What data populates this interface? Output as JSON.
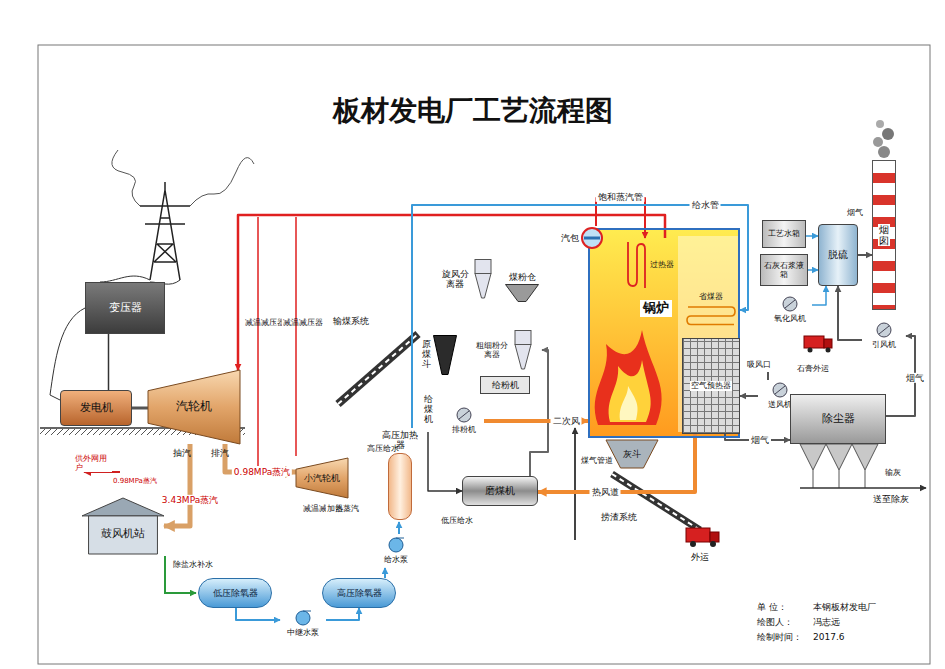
{
  "diagram": {
    "title": "板材发电厂工艺流程图",
    "nodes": [
      {
        "text": [
          "变压器"
        ]
      },
      {
        "text": [
          "发电机"
        ]
      },
      {
        "text": [
          "汽轮机"
        ]
      },
      {
        "text": [
          "鼓风机站"
        ]
      },
      {
        "text": [
          "小汽轮机"
        ]
      },
      {
        "text": [
          "低压除氧器"
        ]
      },
      {
        "text": [
          "中继水泵"
        ]
      },
      {
        "text": [
          "高压除氧器"
        ]
      },
      {
        "text": [
          "给水泵"
        ]
      },
      {
        "text": [
          "高压加热器"
        ]
      },
      {
        "text": [
          "磨煤机"
        ]
      },
      {
        "text": [
          "锅炉"
        ]
      },
      {
        "text": [
          "汽包"
        ]
      },
      {
        "text": [
          "过热器"
        ],
        "in": 11
      },
      {
        "text": [
          "省煤器"
        ],
        "in": 11
      },
      {
        "text": [
          "空气预热器"
        ],
        "in": 11
      },
      {
        "text": [
          "灰斗"
        ]
      },
      {
        "text": [
          "送风机"
        ]
      },
      {
        "text": [
          "除尘器"
        ]
      },
      {
        "text": [
          "引风机"
        ]
      },
      {
        "text": [
          "脱硫"
        ]
      },
      {
        "text": [
          "烟囱"
        ]
      },
      {
        "text": [
          "工艺水箱"
        ]
      },
      {
        "text": [
          "石灰石浆液箱"
        ]
      },
      {
        "text": [
          "氧化风机"
        ]
      },
      {
        "text": [
          "旋风分离器"
        ]
      },
      {
        "text": [
          "煤粉仓"
        ]
      },
      {
        "text": [
          "原煤斗"
        ]
      },
      {
        "text": [
          "粗细粉分离器"
        ]
      },
      {
        "text": [
          "给煤机"
        ]
      },
      {
        "text": [
          "给粉机"
        ]
      },
      {
        "text": [
          "排粉机"
        ]
      }
    ],
    "edges": [
      {
        "from": 2,
        "to": 1,
        "arrow": "none"
      },
      {
        "from": 1,
        "to": 0,
        "arrow": "none"
      },
      {
        "from": 12,
        "to": 13,
        "label": "饱和蒸汽管",
        "arrow": "to"
      },
      {
        "from": 13,
        "to": 2,
        "arrow": "to"
      },
      {
        "from": 8,
        "to": 9,
        "arrow": "to"
      },
      {
        "from": 9,
        "to": 14,
        "label": "给水管",
        "arrow": "to"
      },
      {
        "from": 7,
        "to": 8,
        "arrow": "to"
      },
      {
        "from": 5,
        "to": 6,
        "arrow": "to"
      },
      {
        "from": 6,
        "to": 7,
        "arrow": "to"
      },
      {
        "from": 2,
        "to": 4,
        "label": "0.98MPa蒸汽",
        "arrow": "to"
      },
      {
        "from": 2,
        "to": 3,
        "label": "3.43MPa蒸汽",
        "arrow": "to"
      },
      {
        "from": 17,
        "to": 15,
        "arrow": "to"
      },
      {
        "from": 15,
        "to": 18,
        "label": "烟气",
        "arrow": "to"
      },
      {
        "from": 18,
        "to": 19,
        "label": "烟气",
        "arrow": "to"
      },
      {
        "from": 19,
        "to": 20,
        "arrow": "to"
      },
      {
        "from": 20,
        "to": 21,
        "arrow": "to"
      },
      {
        "from": 24,
        "to": 20,
        "arrow": "to"
      },
      {
        "from": 22,
        "to": 20,
        "arrow": "to"
      },
      {
        "from": 23,
        "to": 20,
        "arrow": "to"
      },
      {
        "from": 15,
        "to": 10,
        "label": "热风道",
        "arrow": "to"
      },
      {
        "from": 10,
        "to": 28,
        "arrow": "to"
      },
      {
        "from": 31,
        "to": 11,
        "label": "二次风",
        "arrow": "to"
      },
      {
        "from": 29,
        "to": 10,
        "arrow": "to"
      }
    ],
    "labels": [
      "供外网用户",
      "0.98MPa蒸汽",
      "抽汽",
      "排汽",
      "减温减压器",
      "减温减压器",
      "减温减压器",
      "加热蒸汽",
      "除盐水补水",
      "高压给水",
      "低压给水",
      "输煤系统",
      "煤气管道",
      "捞渣系统",
      "外运",
      "吸风口",
      "输灰",
      "送至除灰",
      "石膏外运",
      "烟气",
      "单 位：",
      "本钢板材发电厂",
      "绘图人：",
      "冯志远",
      "绘制时间：",
      "2017.6"
    ]
  }
}
